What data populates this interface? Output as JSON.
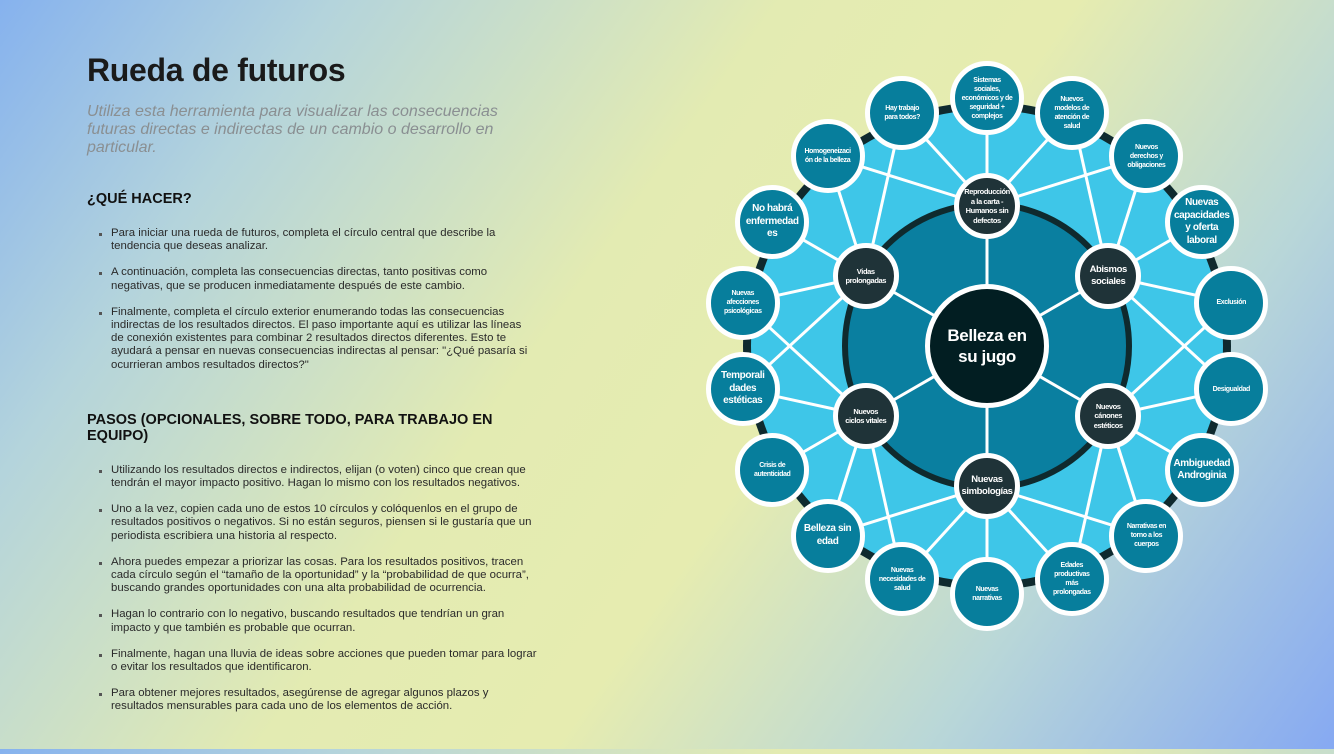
{
  "title": "Rueda de futuros",
  "subtitle": "Utiliza esta herramienta para visualizar las consecuencias futuras directas e indirectas de un cambio o desarrollo en particular.",
  "section1": {
    "heading": "¿QUÉ HACER?",
    "items": [
      "Para iniciar una rueda de futuros, completa el círculo central que describe la tendencia que deseas analizar.",
      "A continuación, completa las consecuencias directas, tanto positivas como negativas, que se producen inmediatamente después de este cambio.",
      "Finalmente, completa el círculo exterior enumerando todas las consecuencias indirectas de los resultados directos. El paso importante aquí es utilizar las líneas de conexión existentes para combinar 2 resultados directos diferentes. Esto te ayudará a pensar en nuevas consecuencias indirectas al pensar: \"¿Qué pasaría si ocurrieran ambos resultados directos?\""
    ]
  },
  "section2": {
    "heading": "PASOS (OPCIONALES, SOBRE TODO, PARA TRABAJO EN EQUIPO)",
    "items": [
      "Utilizando los resultados directos e indirectos, elijan (o voten) cinco que crean que tendrán el mayor impacto positivo. Hagan lo mismo con los resultados negativos.",
      "Uno a la vez, copien cada uno de estos 10 círculos y colóquenlos en el grupo de resultados positivos o negativos. Si no están seguros, piensen si le gustaría que un periodista escribiera una historia al respecto.",
      "Ahora puedes empezar a priorizar las cosas. Para los resultados positivos, tracen cada círculo según el “tamaño de la oportunidad” y la “probabilidad de que ocurra”, buscando grandes oportunidades con una alta probabilidad de ocurrencia.",
      "Hagan lo contrario con lo negativo, buscando resultados que tendrían un gran impacto y que también es probable que ocurran.",
      "Finalmente, hagan una lluvia de ideas sobre acciones que pueden tomar para lograr o evitar los resultados que identificaron.",
      "Para obtener mejores resultados, asegúrense de agregar algunos plazos y resultados mensurables para cada uno de los elementos de acción."
    ]
  },
  "wheel": {
    "center": "Belleza en\nsu jugo",
    "inner": [
      "Reproducción\na la carta -\nHumanos sin\ndefectos",
      "Abismos\nsociales",
      "Nuevos\ncánones\nestéticos",
      "Nuevas\nsimbologías",
      "Nuevos\nciclos vitales",
      "Vidas\nprolongadas"
    ],
    "outer": [
      "Sistemas\nsociales,\neconómicos y de\nseguridad +\ncomplejos",
      "Nuevos\nmodelos de\natención de\nsalud",
      "Nuevos\nderechos y\nobligaciones",
      "Nuevas\ncapacidades\ny oferta\nlaboral",
      "Exclusión",
      "Desigualdad",
      "Ambiguedad\nAndroginia",
      "Narrativas en\ntorno a los\ncuerpos",
      "Edades\nproductivas\nmás\nprolongadas",
      "Nuevas\nnarrativas",
      "Nuevas\nnecesidades de\nsalud",
      "Belleza sin\nedad",
      "Crisis de\nautenticidad",
      "Temporali\ndades\nestéticas",
      "Nuevas\nafecciones\npsicológicas",
      "No habrá\nenfermedad\nes",
      "Homogeneizaci\nón de la belleza",
      "Hay trabajo\npara todos?"
    ],
    "colors": {
      "ring": "#3ec6e8",
      "inner_disk": "#0a7fa0",
      "outline": "#0f2a2e",
      "outer_node": "#077e9c",
      "inner_node": "#1f3338",
      "center": "#021e22"
    }
  }
}
